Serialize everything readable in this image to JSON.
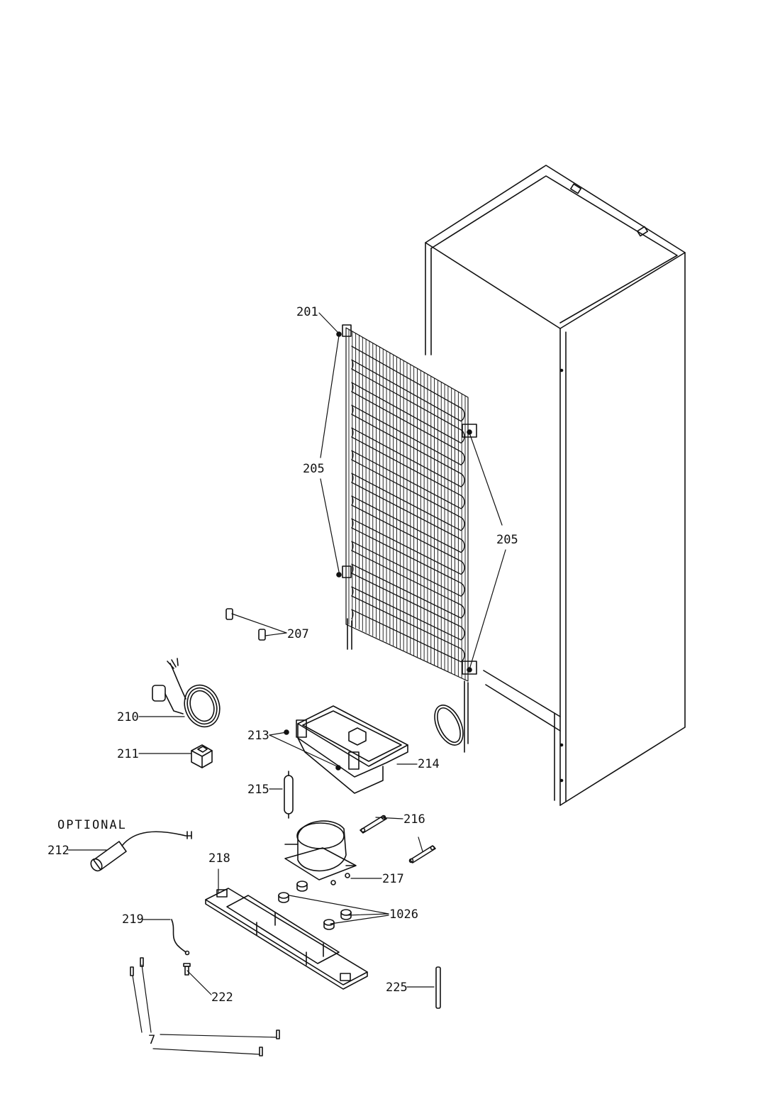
{
  "labels": {
    "l201": "201",
    "l205a": "205",
    "l205b": "205",
    "l207": "207",
    "l210": "210",
    "l211": "211",
    "l213": "213",
    "l214": "214",
    "l215": "215",
    "optional": "OPTIONAL",
    "l212": "212",
    "l216": "216",
    "l217": "217",
    "l218": "218",
    "l1026": "1026",
    "l219": "219",
    "l222": "222",
    "l225": "225",
    "l7": "7"
  },
  "colors": {
    "ink": "#111111",
    "background": "#ffffff"
  }
}
